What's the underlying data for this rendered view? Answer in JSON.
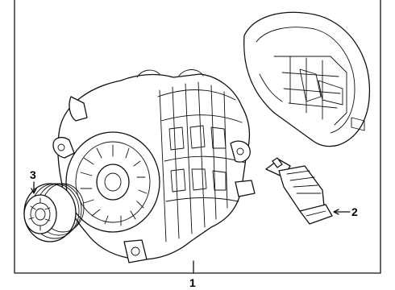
{
  "callouts": {
    "alternator_assembly": "1",
    "voltage_regulator": "2",
    "pulley": "3"
  },
  "colors": {
    "line": "#111111",
    "background": "#ffffff"
  }
}
